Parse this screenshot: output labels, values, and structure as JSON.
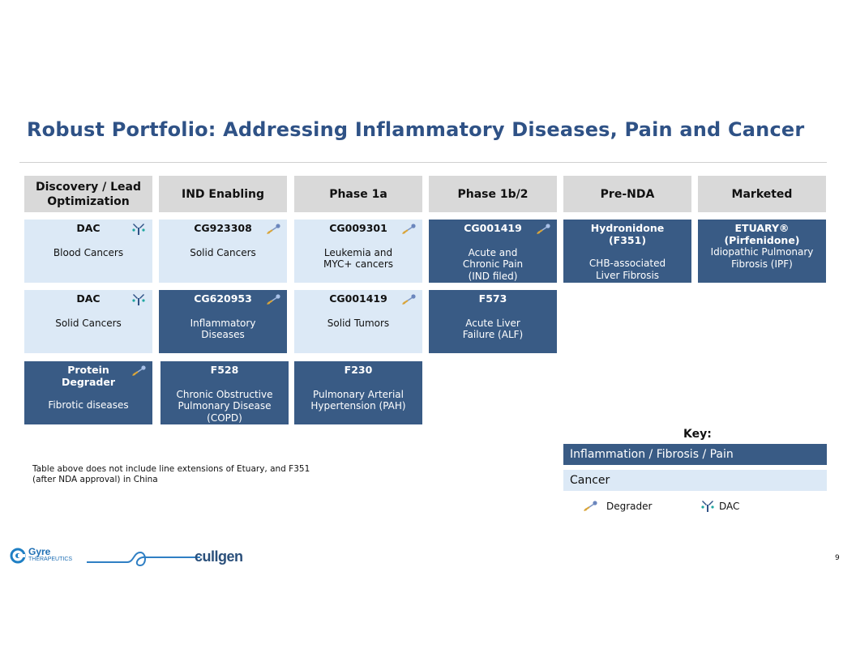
{
  "title": "Robust Portfolio: Addressing Inflammatory Diseases, Pain and Cancer",
  "colors": {
    "title": "#2f5286",
    "dark": "#395b85",
    "light": "#dce9f6",
    "header": "#d9d9d9",
    "degrader": "#d9a53a"
  },
  "headers": [
    "Discovery / Lead Optimization",
    "IND Enabling",
    "Phase 1a",
    "Phase 1b/2",
    "Pre-NDA",
    "Marketed"
  ],
  "cells": [
    {
      "name": "DAC",
      "desc": "Blood Cancers",
      "theme": "light",
      "icon": "dac-icon"
    },
    {
      "name": "CG923308",
      "desc": "Solid Cancers",
      "theme": "light",
      "icon": "degrader-icon"
    },
    {
      "name": "CG009301",
      "desc": "Leukemia and MYC+ cancers",
      "theme": "light",
      "icon": "degrader-icon"
    },
    {
      "name": "CG001419",
      "desc": "Acute and Chronic Pain (IND filed)",
      "theme": "dark",
      "icon": "degrader-icon"
    },
    {
      "name": "Hydronidone (F351)",
      "desc": "CHB-associated Liver Fibrosis",
      "theme": "dark",
      "icon": ""
    },
    {
      "name": "ETUARY® (Pirfenidone)",
      "desc": "Idiopathic Pulmonary Fibrosis (IPF)",
      "theme": "dark",
      "icon": ""
    },
    {
      "name": "DAC",
      "desc": "Solid Cancers",
      "theme": "light",
      "icon": "dac-icon"
    },
    {
      "name": "CG620953",
      "desc": "Inflammatory Diseases",
      "theme": "dark",
      "icon": "degrader-icon"
    },
    {
      "name": "CG001419",
      "desc": "Solid Tumors",
      "theme": "light",
      "icon": "degrader-icon"
    },
    {
      "name": "F573",
      "desc": "Acute Liver Failure (ALF)",
      "theme": "dark",
      "icon": ""
    },
    {
      "name": "Protein Degrader",
      "desc": "Fibrotic diseases",
      "theme": "dark",
      "icon": "degrader-icon"
    },
    {
      "name": "F528",
      "desc": "Chronic Obstructive Pulmonary Disease (COPD)",
      "theme": "dark",
      "icon": ""
    },
    {
      "name": "F230",
      "desc": "Pulmonary Arterial Hypertension (PAH)",
      "theme": "dark",
      "icon": ""
    }
  ],
  "footnote": "Table above does not include line extensions of Etuary, and F351 (after NDA approval) in China",
  "key": {
    "title": "Key:",
    "inflammation": "Inflammation / Fibrosis / Pain",
    "cancer": "Cancer",
    "degrader": "Degrader",
    "dac": "DAC"
  },
  "logos": {
    "gyre": "Gyre",
    "gyre_sub": "THERAPEUTICS",
    "cullgen": "cullgen"
  },
  "page_number": "9"
}
